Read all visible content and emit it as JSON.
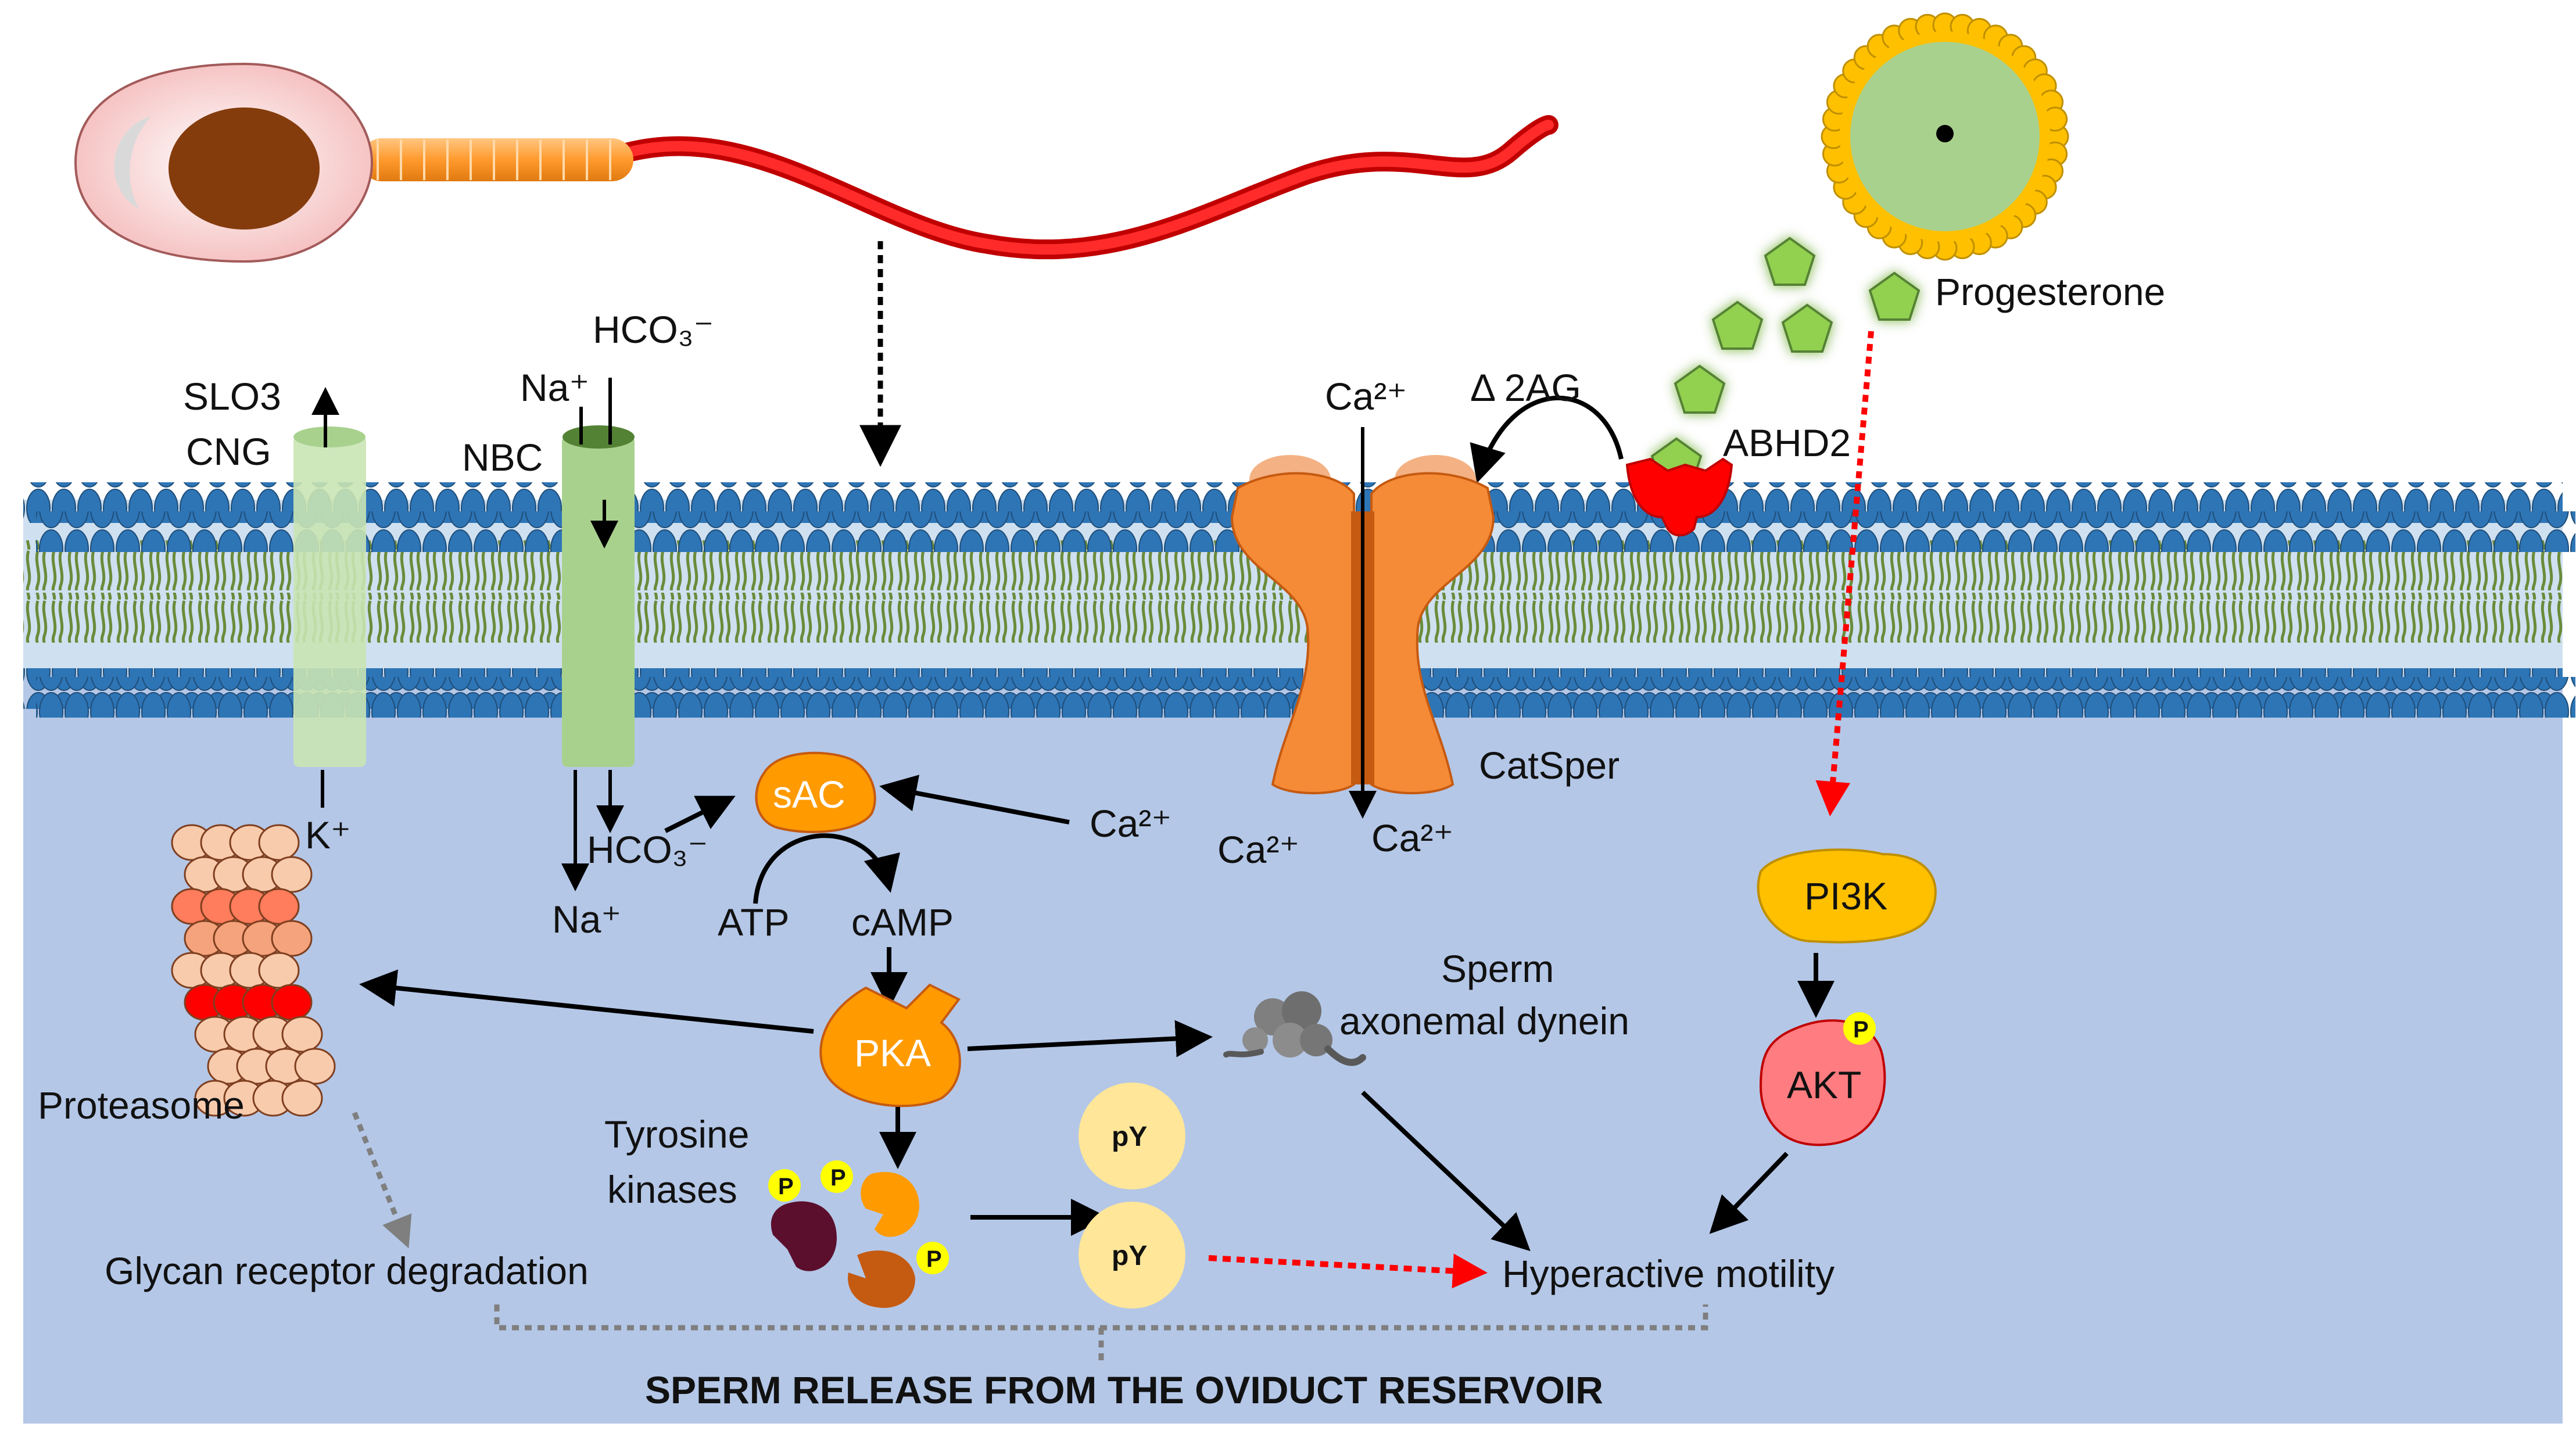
{
  "labels": {
    "slo3": "SLO3",
    "cng": "CNG",
    "k_plus": "K⁺",
    "nbc": "NBC",
    "na_top": "Na⁺",
    "hco3_top": "HCO₃⁻",
    "hco3_in": "HCO₃⁻",
    "na_in": "Na⁺",
    "sac": "sAC",
    "ca_sac": "Ca²⁺",
    "atp": "ATP",
    "camp": "cAMP",
    "pka": "PKA",
    "proteasome": "Proteasome",
    "dynein_line1": "Sperm",
    "dynein_line2": "axonemal dynein",
    "tyrosine_line1": "Tyrosine",
    "tyrosine_line2": "kinases",
    "py1": "pY",
    "py2": "pY",
    "p": "P",
    "glycan": "Glycan receptor degradation",
    "hyperactive": "Hyperactive motility",
    "release": "SPERM RELEASE FROM THE OVIDUCT RESERVOIR",
    "ca_catsper_top": "Ca²⁺",
    "ca_in_left": "Ca²⁺",
    "ca_in_right": "Ca²⁺",
    "catsper": "CatSper",
    "delta_2ag": "Δ 2AG",
    "abhd2": "ABHD2",
    "progesterone": "Progesterone",
    "pi3k": "PI3K",
    "akt": "AKT"
  },
  "colors": {
    "cytoplasm": "#b4c7e7",
    "phospholipid_head": "#2e75b6",
    "lipid_tail": "#6a8b3a",
    "catsper": "#f58b36",
    "sac_pka": "#ff9a00",
    "pi3k": "#ffc000",
    "akt": "#ff7c80",
    "py": "#ffe699",
    "p_badge": "#ffff00",
    "progesterone": "#92d050",
    "abhd2": "#ff0000",
    "sperm_tail": "#e51a1a",
    "red_arrow": "#ff0000"
  },
  "icons": {
    "sperm": "sperm-cell-icon",
    "oocyte": "oocyte-cumulus-icon",
    "proteasome": "proteasome-icon",
    "dynein": "dynein-motor-icon"
  }
}
